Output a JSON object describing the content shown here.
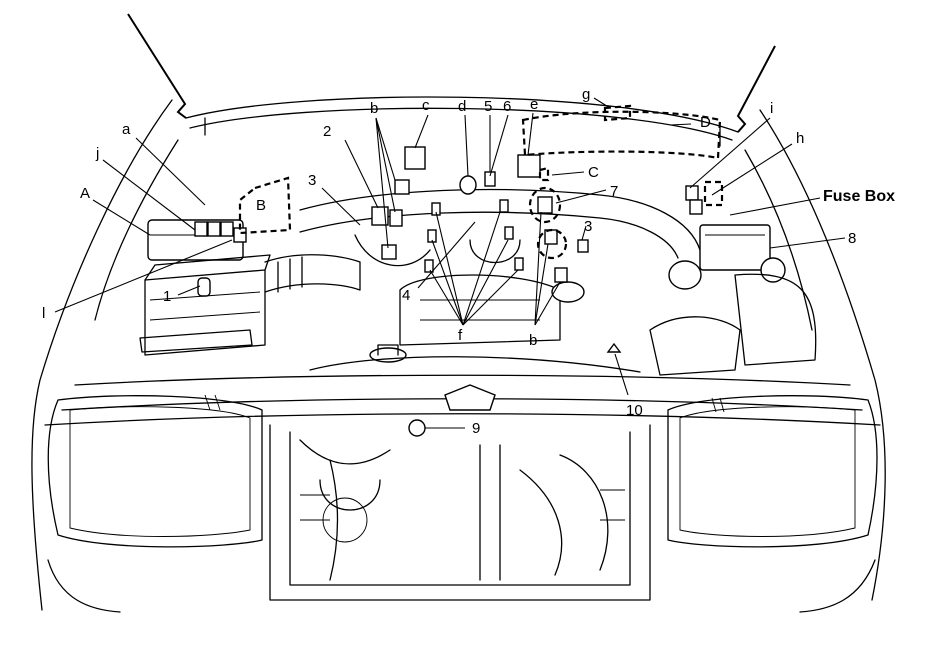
{
  "labels": {
    "a": "a",
    "b": "b",
    "c": "c",
    "d": "d",
    "e": "e",
    "f": "f",
    "g": "g",
    "h": "h",
    "i": "i",
    "j": "j",
    "l": "l",
    "A": "A",
    "B": "B",
    "C": "C",
    "D": "D",
    "n1": "1",
    "n2": "2",
    "n3": "3",
    "n4": "4",
    "n5": "5",
    "n6": "6",
    "n7": "7",
    "n8": "8",
    "n9": "9",
    "n10": "10",
    "fuse_box": "Fuse Box"
  }
}
